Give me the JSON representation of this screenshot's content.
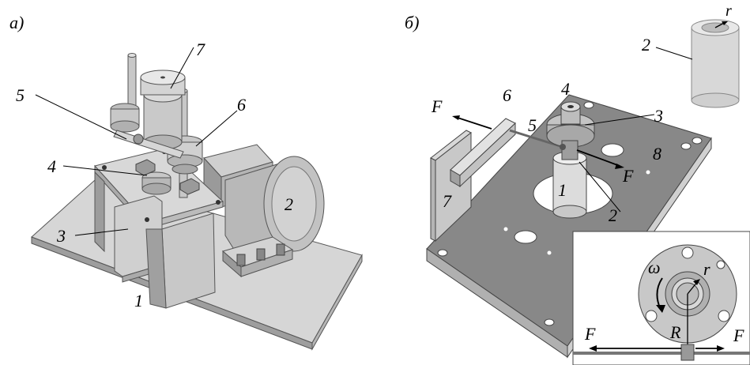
{
  "panel_a": {
    "panel_label": "а)",
    "parts": {
      "base": "1",
      "motor": "2",
      "housing": "3",
      "shaft": "4",
      "lever": "5",
      "column": "6",
      "weight": "7"
    }
  },
  "panel_b": {
    "panel_label": "б)",
    "parts": {
      "shaft": "1",
      "sleeve": "2",
      "flange": "3",
      "nut": "4",
      "rod": "5",
      "bar": "6",
      "bracket": "7",
      "plate": "8"
    },
    "force_label": "F",
    "sleeve_radius_label": "r",
    "sleeve_label": "2"
  },
  "inset": {
    "omega_label": "ω",
    "inner_radius_label": "r",
    "outer_radius_label": "R",
    "force_label": "F"
  }
}
